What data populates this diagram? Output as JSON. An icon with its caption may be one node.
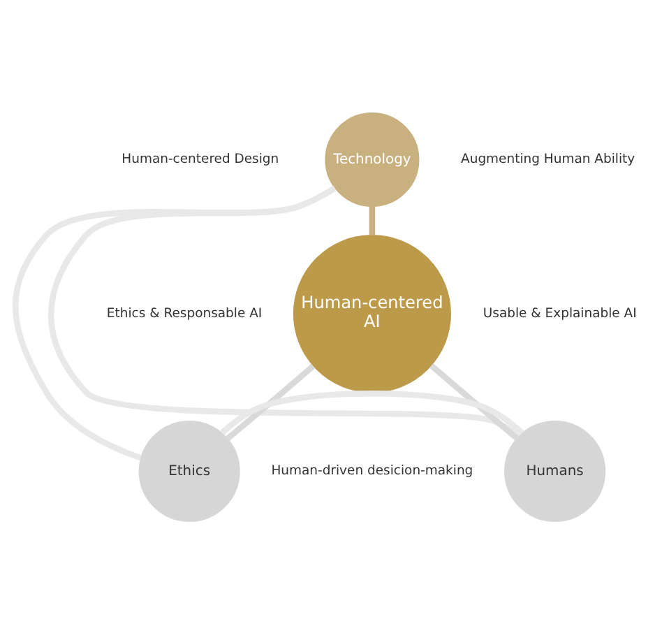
{
  "diagram": {
    "nodes": [
      {
        "text": [
          "Technology"
        ]
      },
      {
        "text": [
          "Human-centered AI"
        ]
      },
      {
        "text": [
          "Ethics"
        ]
      },
      {
        "text": [
          "Humans"
        ]
      }
    ],
    "edges": [
      {
        "from": 1,
        "to": 0,
        "arrow": "none",
        "color": "#c9b07f"
      },
      {
        "from": 1,
        "to": 2,
        "arrow": "none",
        "color": "#d9d9d9"
      },
      {
        "from": 1,
        "to": 3,
        "arrow": "none",
        "color": "#d9d9d9"
      },
      {
        "from": 0,
        "to": 2,
        "arrow": "none",
        "color": "#e8e8e8"
      },
      {
        "from": 0,
        "to": 3,
        "arrow": "none",
        "color": "#e8e8e8"
      },
      {
        "from": 2,
        "to": 3,
        "arrow": "none",
        "color": "#e8e8e8"
      }
    ],
    "labels": [
      "Human-centered Design",
      "Augmenting Human Ability",
      "Ethics & Responsable AI",
      "Usable & Explainable AI",
      "Human-driven desicion-making"
    ]
  }
}
